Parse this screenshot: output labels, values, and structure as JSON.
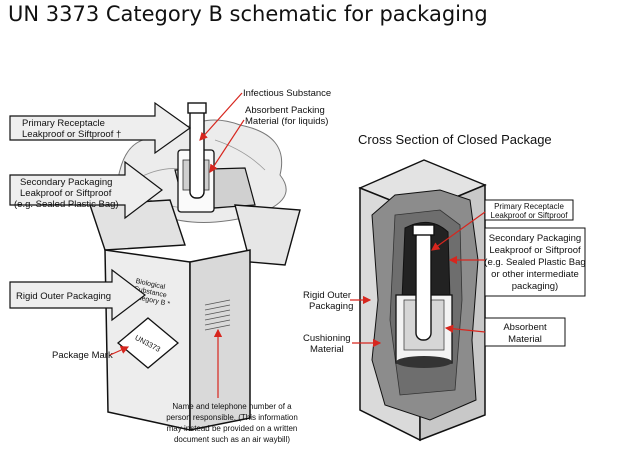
{
  "title": "UN 3373 Category B schematic for packaging",
  "cross_section_title": "Cross Section of Closed Package",
  "left": {
    "primary_receptacle": [
      "Primary Receptacle",
      "Leakproof or Siftproof †"
    ],
    "infectious_substance": "Infectious Substance",
    "absorbent_packing": [
      "Absorbent Packing",
      "Material (for liquids)"
    ],
    "secondary_packaging": [
      "Secondary Packaging",
      "Leakproof or Siftproof",
      "(e.g. Sealed Plastic Bag)"
    ],
    "rigid_outer": "Rigid Outer Packaging",
    "package_mark": "Package Mark",
    "box_label": [
      "Biological",
      "Substance",
      "Category B *"
    ],
    "un_mark": "UN3373",
    "name_note": [
      "Name and telephone number of a",
      "person responsible. (This information",
      "may instead be provided on a written",
      "document such as an air waybill)"
    ]
  },
  "right": {
    "rigid_outer": [
      "Rigid Outer",
      "Packaging"
    ],
    "cushioning": [
      "Cushioning",
      "Material"
    ],
    "primary_receptacle": [
      "Primary Receptacle",
      "Leakproof or Siftproof"
    ],
    "secondary_packaging": [
      "Secondary Packaging",
      "Leakproof or Siftproof",
      "(e.g. Sealed Plastic Bag",
      "or other intermediate",
      "packaging)"
    ],
    "absorbent": [
      "Absorbent",
      "Material"
    ]
  },
  "colors": {
    "arrow_red": "#d7261e",
    "box_fill": "#e9e9e9",
    "shade": "#8c8c8c"
  }
}
